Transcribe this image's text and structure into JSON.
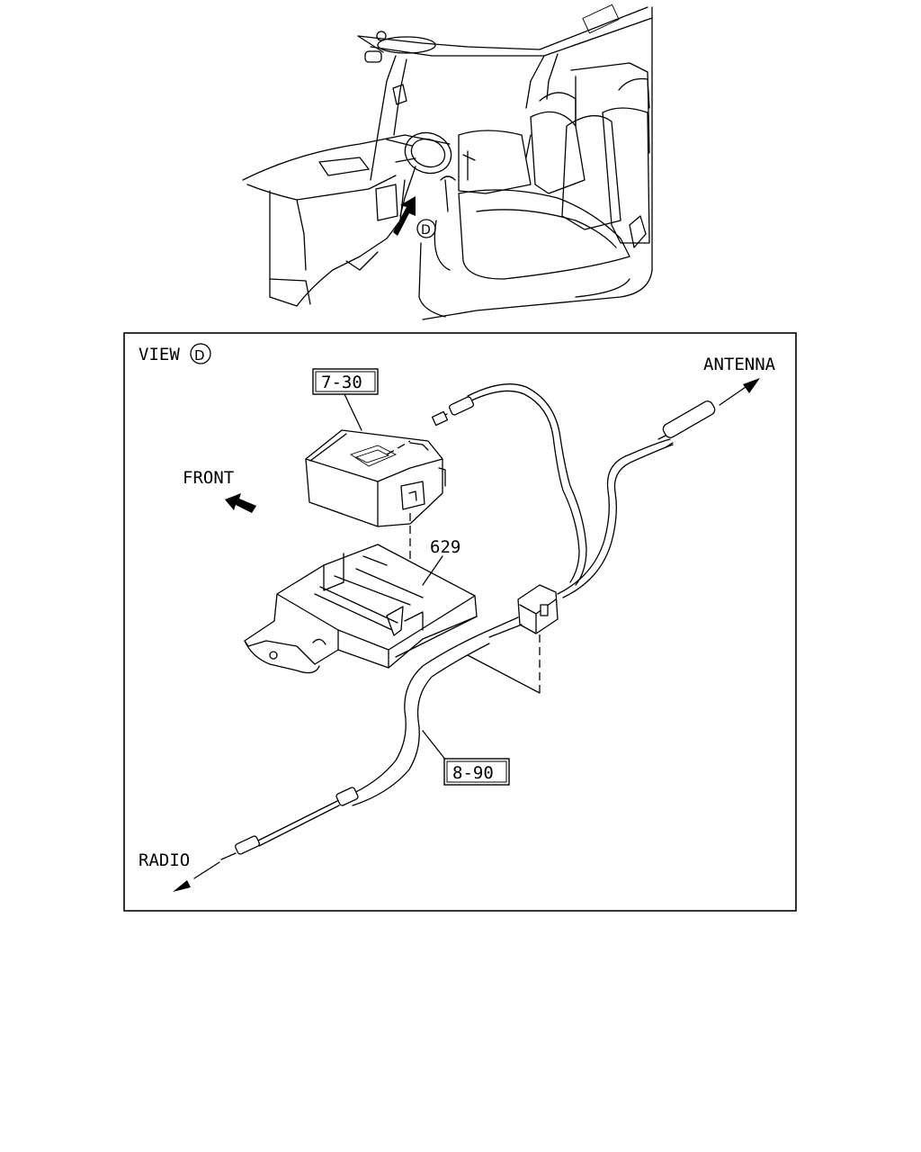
{
  "view_label": "VIEW",
  "view_letter": "D",
  "view_marker": "D",
  "labels": {
    "antenna": "ANTENNA",
    "front": "FRONT",
    "radio": "RADIO"
  },
  "callouts": {
    "unit": "7-30",
    "bracket": "629",
    "cable": "8-90"
  }
}
